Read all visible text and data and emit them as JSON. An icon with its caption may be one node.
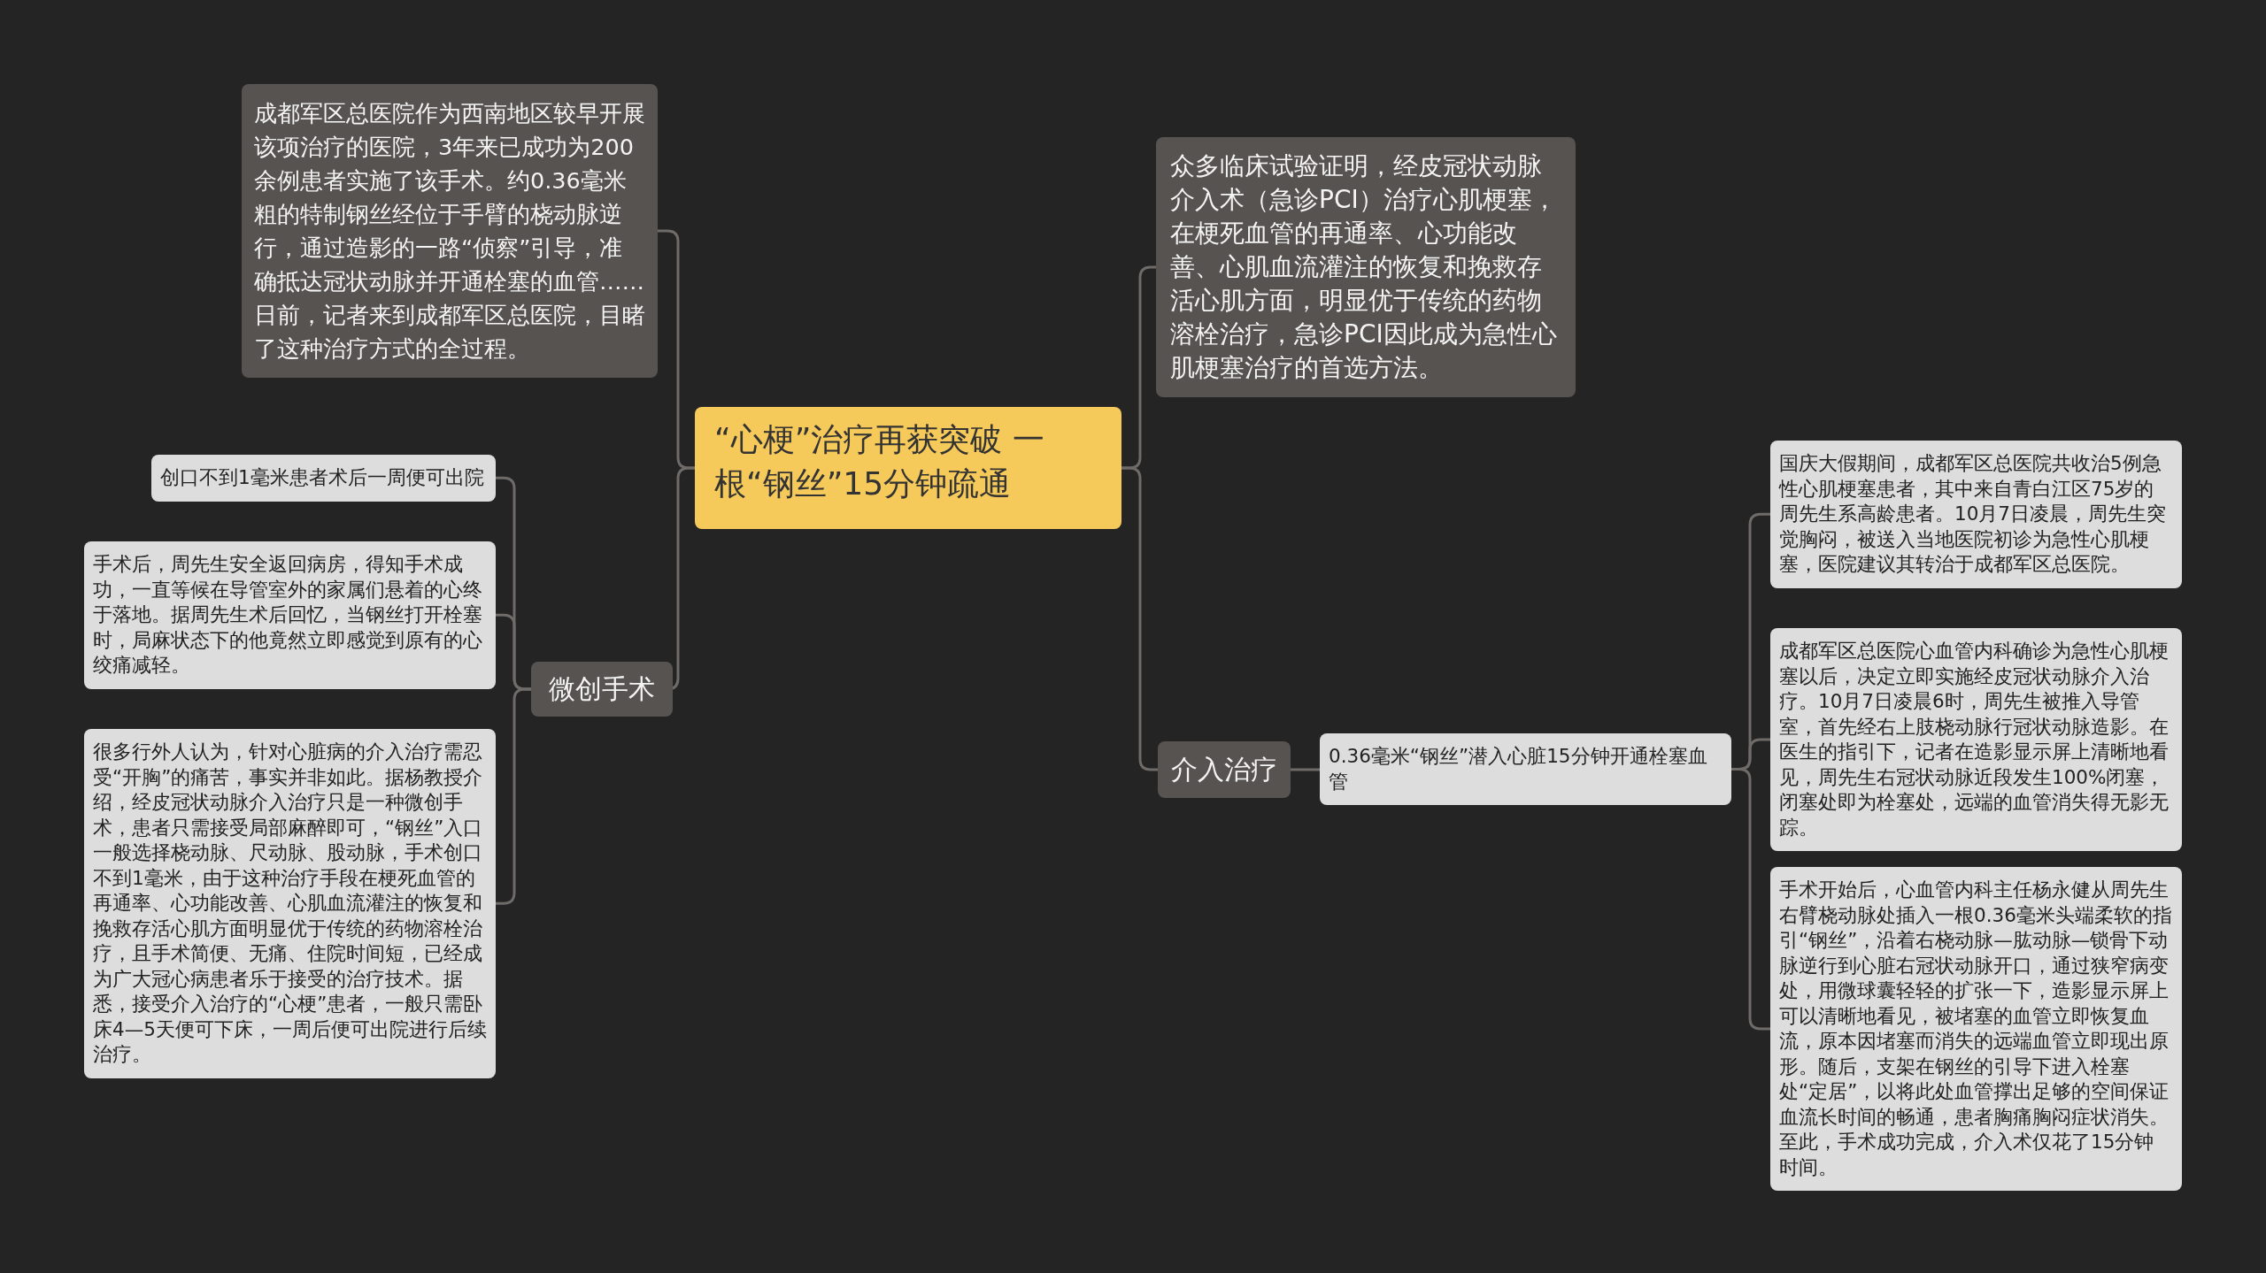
{
  "diagram": {
    "nodes": [
      {
        "text": [
          "“心梗”治疗再获突破 一根“钢丝”15分钟疏通"
        ]
      },
      {
        "text": [
          "成都军区总医院作为西南地区较早开展该项治疗的医院，3年来已成功为200余例患者实施了该手术。约0.36毫米粗的特制钢丝经位于手臂的桡动脉逆行，通过造影的一路“侦察”引导，准确抵达冠状动脉并开通栓塞的血管……日前，记者来到成都军区总医院，目睹了这种治疗方式的全过程。"
        ]
      },
      {
        "text": [
          "微创手术"
        ]
      },
      {
        "text": [
          "创口不到1毫米患者术后一周便可出院"
        ]
      },
      {
        "text": [
          "手术后，周先生安全返回病房，得知手术成功，一直等候在导管室外的家属们悬着的心终于落地。据周先生术后回忆，当钢丝打开栓塞时，局麻状态下的他竟然立即感觉到原有的心绞痛减轻。"
        ]
      },
      {
        "text": [
          "很多行外人认为，针对心脏病的介入治疗需忍受“开胸”的痛苦，事实并非如此。据杨教授介绍，经皮冠状动脉介入治疗只是一种微创手术，患者只需接受局部麻醉即可，“钢丝”入口一般选择桡动脉、尺动脉、股动脉，手术创口不到1毫米，由于这种治疗手段在梗死血管的再通率、心功能改善、心肌血流灌注的恢复和挽救存活心肌方面明显优于传统的药物溶栓治疗，且手术简便、无痛、住院时间短，已经成为广大冠心病患者乐于接受的治疗技术。据悉，接受介入治疗的“心梗”患者，一般只需卧床4—5天便可下床，一周后便可出院进行后续治疗。"
        ]
      },
      {
        "text": [
          "众多临床试验证明，经皮冠状动脉介入术（急诊PCI）治疗心肌梗塞，在梗死血管的再通率、心功能改善、心肌血流灌注的恢复和挽救存活心肌方面，明显优于传统的药物溶栓治疗，急诊PCI因此成为急性心肌梗塞治疗的首选方法。"
        ]
      },
      {
        "text": [
          "介入治疗"
        ]
      },
      {
        "text": [
          "0.36毫米“钢丝”潜入心脏15分钟开通栓塞血管"
        ]
      },
      {
        "text": [
          "国庆大假期间，成都军区总医院共收治5例急性心肌梗塞患者，其中来自青白江区75岁的周先生系高龄患者。10月7日凌晨，周先生突觉胸闷，被送入当地医院初诊为急性心肌梗塞，医院建议其转治于成都军区总医院。"
        ]
      },
      {
        "text": [
          "成都军区总医院心血管内科确诊为急性心肌梗塞以后，决定立即实施经皮冠状动脉介入治疗。10月7日凌晨6时，周先生被推入导管室，首先经右上肢桡动脉行冠状动脉造影。在医生的指引下，记者在造影显示屏上清晰地看见，周先生右冠状动脉近段发生100%闭塞，闭塞处即为栓塞处，远端的血管消失得无影无踪。"
        ]
      },
      {
        "text": [
          "手术开始后，心血管内科主任杨永健从周先生右臂桡动脉处插入一根0.36毫米头端柔软的指引“钢丝”，沿着右桡动脉—肱动脉—锁骨下动脉逆行到心脏右冠状动脉开口，通过狭窄病变处，用微球囊轻轻的扩张一下，造影显示屏上可以清晰地看见，被堵塞的血管立即恢复血流，原本因堵塞而消失的远端血管立即现出原形。随后，支架在钢丝的引导下进入栓塞处“定居”，以将此处血管撑出足够的空间保证血流长时间的畅通，患者胸痛胸闷症状消失。至此，手术成功完成，介入术仅花了15分钟时间。"
        ]
      }
    ],
    "edges": [
      {
        "from": 0,
        "to": 1,
        "arrow": "none"
      },
      {
        "from": 0,
        "to": 2,
        "arrow": "none"
      },
      {
        "from": 2,
        "to": 3,
        "arrow": "none"
      },
      {
        "from": 2,
        "to": 4,
        "arrow": "none"
      },
      {
        "from": 2,
        "to": 5,
        "arrow": "none"
      },
      {
        "from": 0,
        "to": 6,
        "arrow": "none"
      },
      {
        "from": 0,
        "to": 7,
        "arrow": "none"
      },
      {
        "from": 7,
        "to": 8,
        "arrow": "none"
      },
      {
        "from": 8,
        "to": 9,
        "arrow": "none"
      },
      {
        "from": 8,
        "to": 10,
        "arrow": "none"
      },
      {
        "from": 8,
        "to": 11,
        "arrow": "none"
      }
    ]
  }
}
